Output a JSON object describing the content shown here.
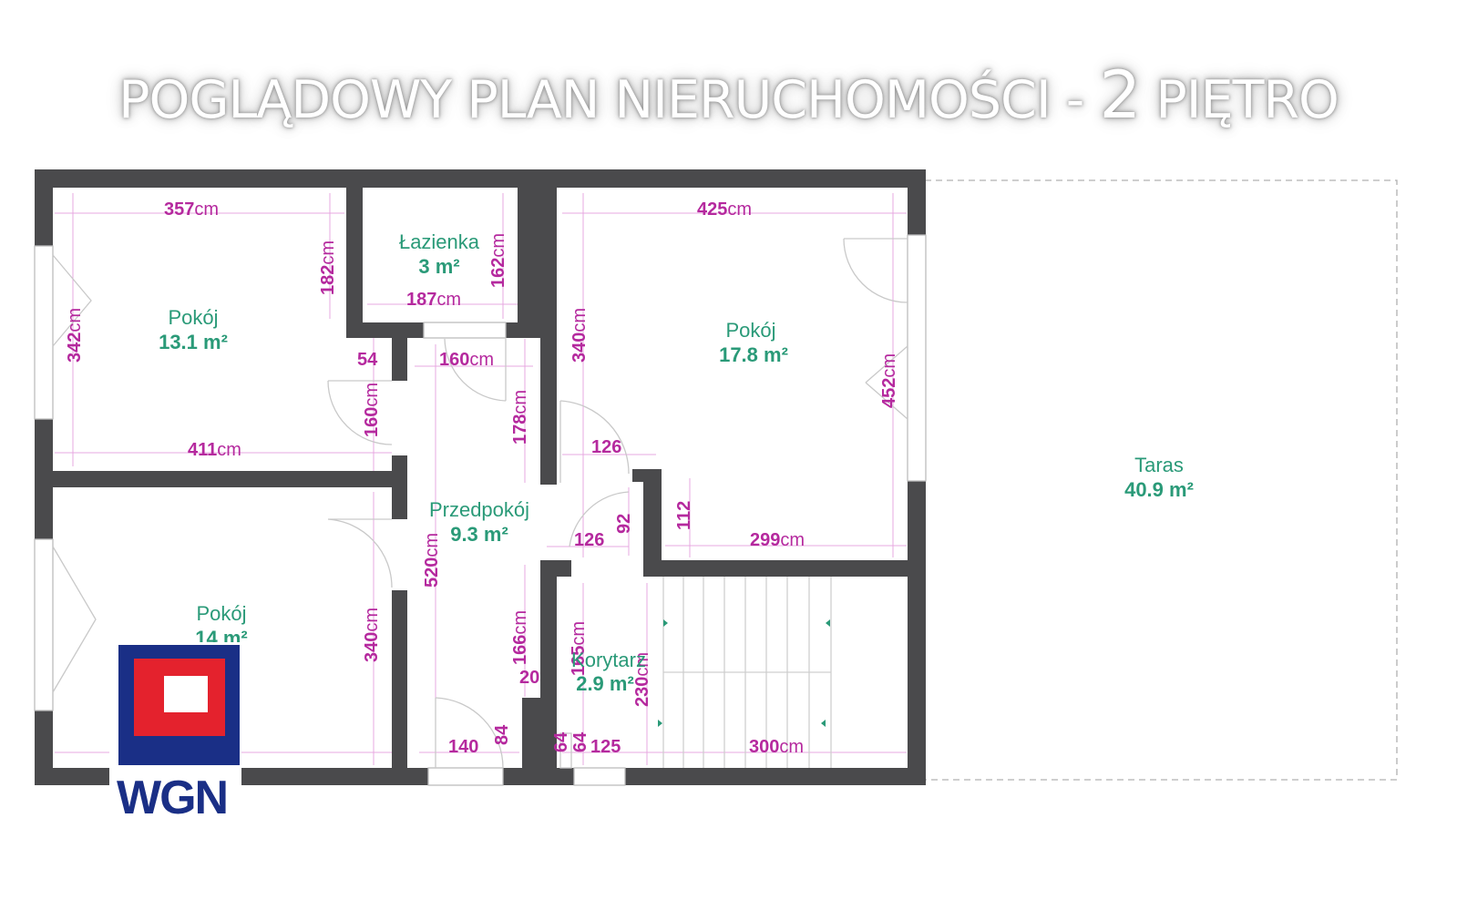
{
  "title": {
    "text": "POGLĄDOWY PLAN NIERUCHOMOŚCI - ",
    "floor_number": "2",
    "floor_word": " PIĘTRO"
  },
  "colors": {
    "wall": "#4a4a4c",
    "dimension": "#b5299e",
    "room_label": "#2a9a78",
    "logo_blue": "#1a2f86",
    "logo_red": "#e4222d"
  },
  "rooms": {
    "pokoj_nw": {
      "name": "Pokój",
      "area": "13.1 m²"
    },
    "lazienka": {
      "name": "Łazienka",
      "area": "3 m²"
    },
    "pokoj_ne": {
      "name": "Pokój",
      "area": "17.8 m²"
    },
    "przedpokoj": {
      "name": "Przedpokój",
      "area": "9.3 m²"
    },
    "pokoj_sw": {
      "name": "Pokój",
      "area": "14 m²"
    },
    "korytarz": {
      "name": "Korytarz",
      "area": "2.9 m²"
    },
    "taras": {
      "name": "Taras",
      "area": "40.9 m²"
    }
  },
  "dims": {
    "d357": "357",
    "d182": "182",
    "d342": "342",
    "d411": "411",
    "d54": "54",
    "d160v": "160",
    "d162": "162",
    "d187": "187",
    "d160h": "160",
    "d178": "178",
    "d425": "425",
    "d340ne": "340",
    "d452": "452",
    "d126a": "126",
    "d299": "299",
    "d112": "112",
    "d92": "92",
    "d126b": "126",
    "d520": "520",
    "d340sw": "340",
    "d166": "166",
    "d20": "20",
    "d84": "84",
    "d140": "140",
    "d64a": "64",
    "d64b": "64",
    "d125": "125",
    "d165": "165",
    "d230": "230",
    "d300": "300",
    "unit": "cm"
  },
  "logo": {
    "text": "WGN"
  }
}
